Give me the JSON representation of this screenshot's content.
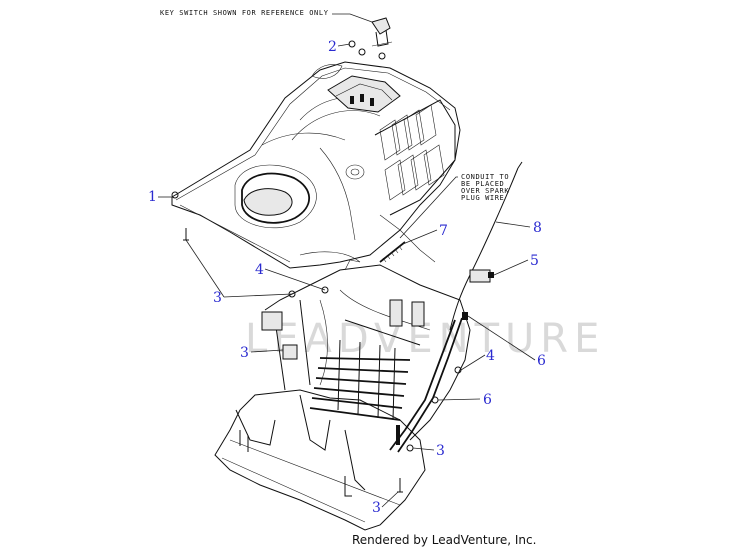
{
  "notes": {
    "key_switch": "KEY SWITCH SHOWN FOR REFERENCE ONLY",
    "conduit": [
      "CONDUIT TO",
      "BE PLACED",
      "OVER SPARK",
      "PLUG WIRE"
    ]
  },
  "callouts": [
    "1",
    "2",
    "3",
    "3",
    "3",
    "3",
    "4",
    "4",
    "5",
    "6",
    "6",
    "7",
    "8"
  ],
  "watermark": "LEADVENTURE",
  "footer": "Rendered by LeadVenture, Inc."
}
